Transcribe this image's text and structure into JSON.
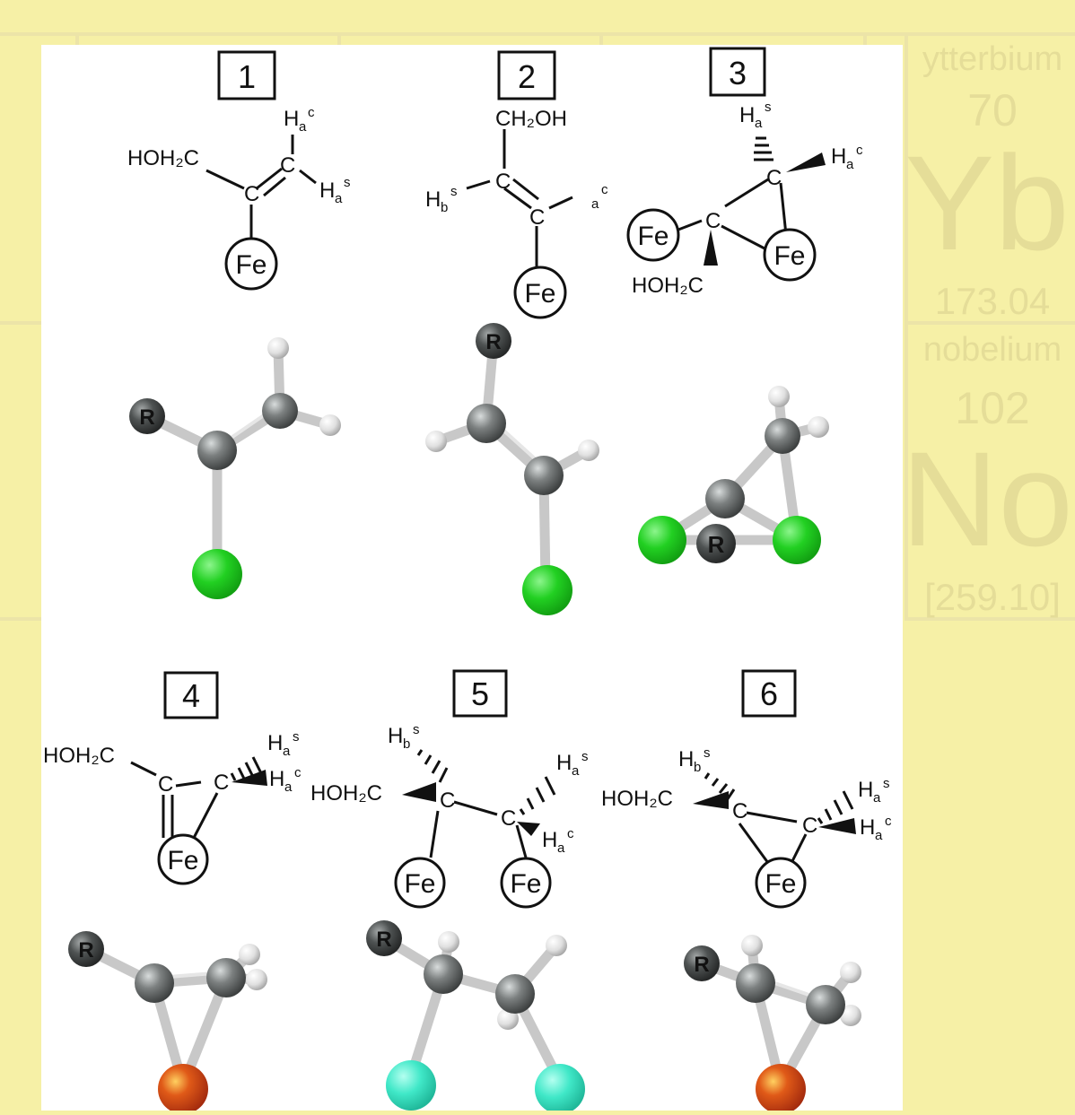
{
  "background": {
    "cells": [
      {
        "name": "ytterbium",
        "number": "70",
        "symbol": "Yb",
        "mass": "173.04"
      },
      {
        "name": "nobelium",
        "number": "102",
        "symbol": "No",
        "mass": "[259.10]"
      }
    ]
  },
  "labels": {
    "fe": "Fe",
    "c": "C",
    "r": "R"
  },
  "structures": [
    {
      "number": "1",
      "groups": {
        "hoh2c": "HOH₂C",
        "ha": "H",
        "a": "a",
        "c": "c",
        "s": "s"
      }
    },
    {
      "number": "2",
      "groups": {
        "ch2oh": "CH₂OH",
        "hb": "H",
        "b": "b",
        "a": "a",
        "c": "c",
        "s": "s"
      }
    },
    {
      "number": "3",
      "groups": {
        "hoh2c": "HOH₂C",
        "ha": "H",
        "a": "a",
        "c": "c",
        "s": "s"
      }
    },
    {
      "number": "4",
      "groups": {
        "hoh2c": "HOH₂C",
        "ha": "H",
        "a": "a",
        "c": "c",
        "s": "s"
      }
    },
    {
      "number": "5",
      "groups": {
        "hoh2c": "HOH₂C",
        "hb": "H",
        "b": "b",
        "ha": "H",
        "a": "a",
        "c": "c",
        "s": "s"
      }
    },
    {
      "number": "6",
      "groups": {
        "hoh2c": "HOH₂C",
        "hb": "H",
        "b": "b",
        "ha": "H",
        "a": "a",
        "c": "c",
        "s": "s"
      }
    }
  ],
  "colors": {
    "background": "#f6f0a6",
    "carbon": "#6f7373",
    "hydrogen": "#e8e8e8",
    "iron_green": "#22d022",
    "iron_orange": "#d8441a",
    "iron_cyan": "#40e8c8",
    "r_group": "#4a4e4e"
  }
}
